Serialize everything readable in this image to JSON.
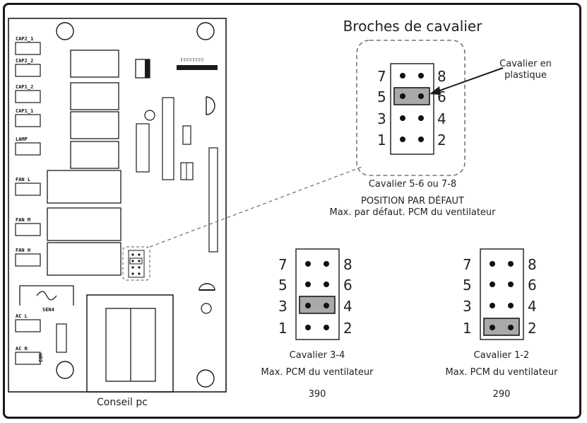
{
  "title": "Broches de cavalier",
  "board_caption": "Conseil pc",
  "callout": {
    "line1": "Cavalier en",
    "line2": "plastique"
  },
  "board_labels": [
    "CAP2_1",
    "CAP2_2",
    "CAP1_2",
    "CAP1_1",
    "LAMP",
    "FAN L",
    "FAN M",
    "FAN H",
    "AC L",
    "AC N"
  ],
  "board_small": {
    "sensor": "SEN4",
    "com": "COM"
  },
  "pin_numbers": {
    "left": [
      "7",
      "5",
      "3",
      "1"
    ],
    "right": [
      "8",
      "6",
      "4",
      "2"
    ]
  },
  "jumpers": {
    "default": {
      "line1": "Cavalier 5-6 ou 7-8",
      "line2": "POSITION PAR DÉFAUT",
      "line3": "Max. par défaut. PCM du ventilateur"
    },
    "j34": {
      "line1": "Cavalier 3-4",
      "line2": "Max. PCM du ventilateur",
      "value": "390"
    },
    "j12": {
      "line1": "Cavalier 1-2",
      "line2": "Max. PCM du ventilateur",
      "value": "290"
    }
  },
  "colors": {
    "jumper_fill": "#a9a9a9",
    "ink": "#1a1a1a",
    "dashed": "#777777"
  }
}
